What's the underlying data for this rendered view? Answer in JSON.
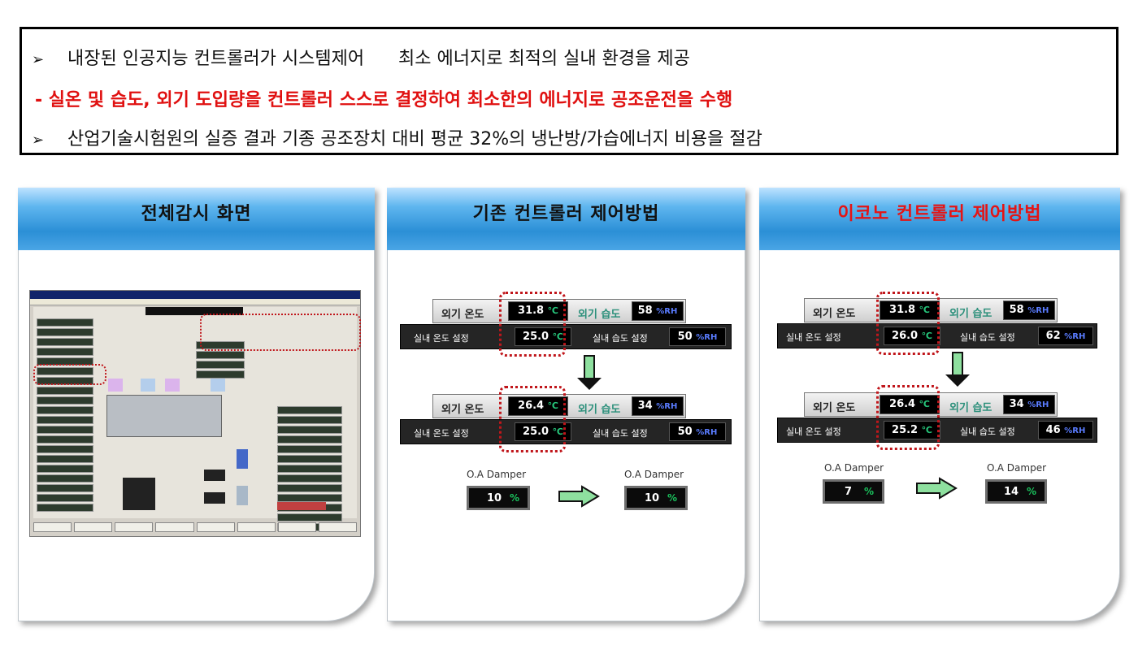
{
  "info": {
    "line1": "내장된 인공지능 컨트롤러가 시스템제어      최소 에너지로 최적의 실내 환경을 제공",
    "line2": "- 실온 및 습도, 외기 도입량을 컨트롤러 스스로 결정하여 최소한의 에너지로 공조운전을 수행",
    "line3": "산업기술시험원의 실증 결과 기종 공조장치 대비 평균 32%의 냉난방/가습에너지 비용을 절감",
    "bullet": "➢"
  },
  "panels": {
    "monitor": {
      "title": "전체감시 화면"
    },
    "conventional": {
      "title": "기존 컨트롤러 제어방법"
    },
    "econo": {
      "title": "이코노 컨트롤러 제어방법",
      "title_color": "#e51414"
    }
  },
  "labels": {
    "outdoor_temp": "외기 온도",
    "outdoor_humidity": "외기 습도",
    "indoor_temp_set": "실내 온도 설정",
    "indoor_humidity_set": "실내 습도 설정",
    "damper": "O.A Damper",
    "deg_unit": "℃",
    "rh_unit": "%RH",
    "damper_unit": "%"
  },
  "conventional": {
    "before": {
      "outdoor_temp": "31.8",
      "outdoor_humidity": "58",
      "indoor_temp_set": "25.0",
      "indoor_humidity_set": "50"
    },
    "after": {
      "outdoor_temp": "26.4",
      "outdoor_humidity": "34",
      "indoor_temp_set": "25.0",
      "indoor_humidity_set": "50"
    },
    "damper_before": "10",
    "damper_after": "10"
  },
  "econo": {
    "before": {
      "outdoor_temp": "31.8",
      "outdoor_humidity": "58",
      "indoor_temp_set": "26.0",
      "indoor_humidity_set": "62"
    },
    "after": {
      "outdoor_temp": "26.4",
      "outdoor_humidity": "34",
      "indoor_temp_set": "25.2",
      "indoor_humidity_set": "46"
    },
    "damper_before": "7",
    "damper_after": "14"
  }
}
